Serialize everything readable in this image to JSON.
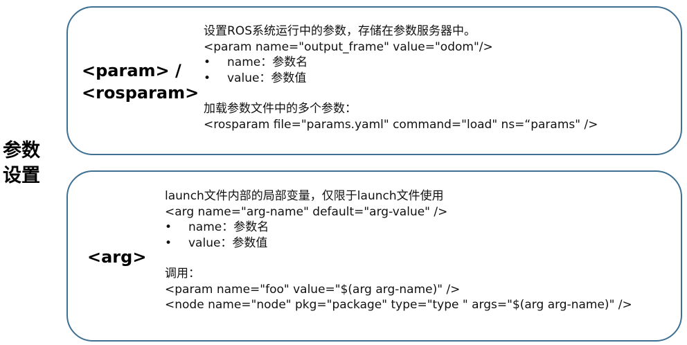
{
  "side_title": [
    "参数",
    "设置"
  ],
  "param_section": {
    "tag_lines": [
      "<param> /",
      "<rosparam>"
    ],
    "description": "设置ROS系统运行中的参数，存储在参数服务器中。",
    "example": "<param name=\"output_frame\" value=\"odom\"/>",
    "bullets": [
      "name：参数名",
      "value：参数值"
    ],
    "load_desc": "加载参数文件中的多个参数：",
    "load_example": "<rosparam file=\"params.yaml\" command=\"load\" ns=“params\" />"
  },
  "arg_section": {
    "tag": "<arg>",
    "description": "launch文件内部的局部变量，仅限于launch文件使用",
    "example": "<arg name=\"arg-name\"  default=\"arg-value\" />",
    "bullets": [
      "name：参数名",
      "value：参数值"
    ],
    "call_label": "调用：",
    "call_lines": [
      "<param name=\"foo\" value=\"$(arg arg-name)\" />",
      "<node name=\"node\" pkg=\"package\" type=\"type \" args=\"$(arg arg-name)\" />"
    ]
  },
  "bullet_glyph": "•"
}
